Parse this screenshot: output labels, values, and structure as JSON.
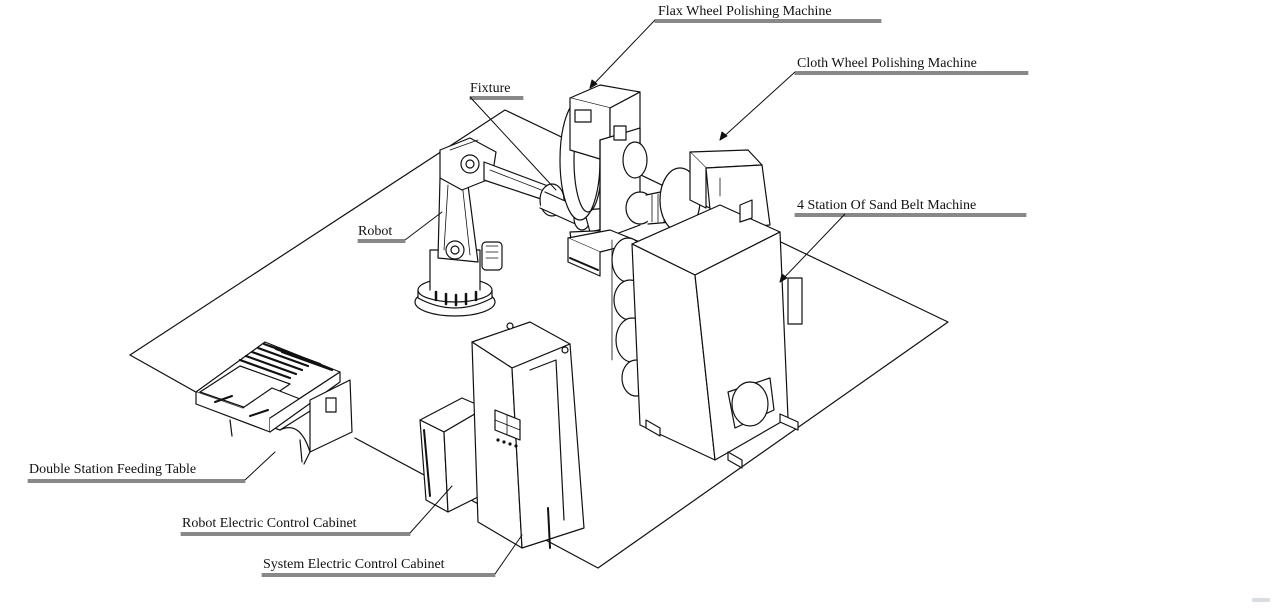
{
  "diagram": {
    "labels": {
      "flax_wheel": "Flax Wheel Polishing Machine",
      "cloth_wheel": "Cloth Wheel Polishing Machine",
      "fixture": "Fixture",
      "robot": "Robot",
      "sand_belt": "4 Station Of Sand Belt Machine",
      "feeding_table": "Double Station Feeding Table",
      "robot_cabinet": "Robot Electric Control Cabinet",
      "system_cabinet": "System Electric Control Cabinet"
    }
  }
}
